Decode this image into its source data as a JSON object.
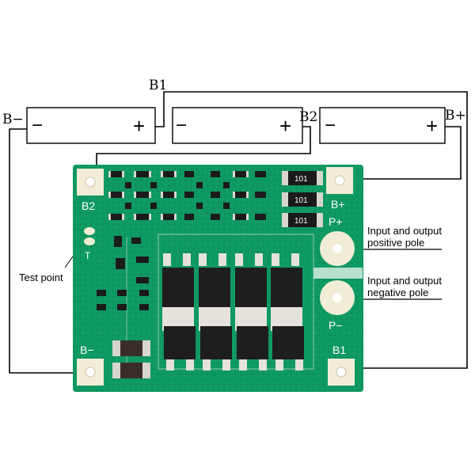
{
  "labels": {
    "b1_top": "B1",
    "b_minus_left": "B−",
    "b2_top": "B2",
    "b_plus_right": "B+"
  },
  "cells": [
    {
      "minus": "−",
      "plus": "+"
    },
    {
      "minus": "−",
      "plus": "+"
    },
    {
      "minus": "−",
      "plus": "+"
    }
  ],
  "board": {
    "pad_b2": "B2",
    "pad_b_minus": "B−",
    "pad_b_plus": "B+",
    "pad_p_plus": "P+",
    "pad_p_minus": "P−",
    "pad_b1": "B1",
    "test_point_silk": "T",
    "resistor_codes": [
      "101",
      "101",
      "101"
    ]
  },
  "annotations": {
    "test_point": "Test point",
    "positive_pole_line1": "Input and output",
    "positive_pole_line2": "positive pole",
    "negative_pole_line1": "Input and output",
    "negative_pole_line2": "negative pole"
  },
  "colors": {
    "board": "#0f9a63",
    "board_dark": "#0b7f51",
    "pad": "#f1ecd6",
    "wire": "#000000"
  }
}
